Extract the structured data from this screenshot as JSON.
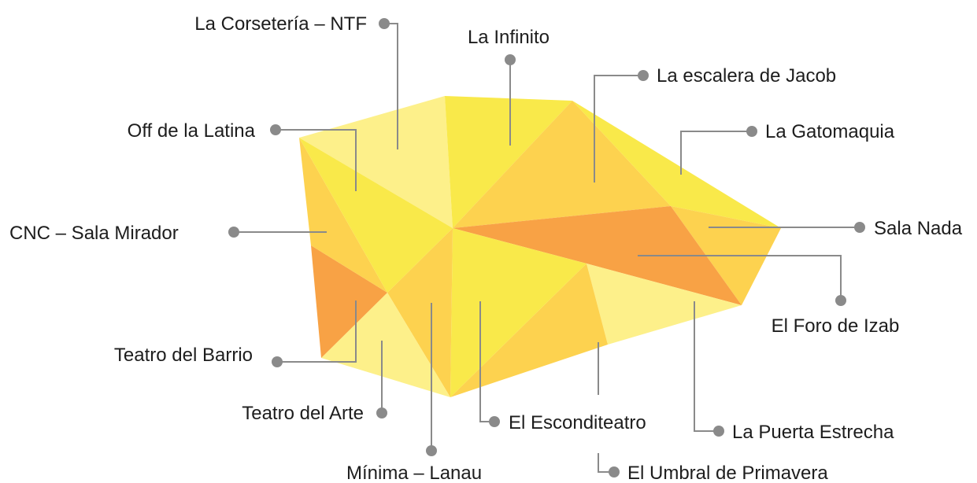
{
  "colors": {
    "light_yellow": "#fdf08a",
    "yellow": "#f9e94a",
    "gold": "#fdd24f",
    "orange": "#f8a245",
    "leader": "#8a8a8a",
    "text": "#1d1d1d"
  },
  "labels": {
    "corseteria": "La Corsetería – NTF",
    "infinito": "La Infinito",
    "escalera": "La escalera de Jacob",
    "off_latina": "Off de la Latina",
    "gatomaquia": "La Gatomaquia",
    "cnc": "CNC – Sala Mirador",
    "sala_nada": "Sala Nada",
    "foro_izab": "El Foro de Izab",
    "teatro_barrio": "Teatro del Barrio",
    "teatro_arte": "Teatro del Arte",
    "esconditeatro": "El Esconditeatro",
    "puerta_estrecha": "La Puerta Estrecha",
    "minima": "Mínima – Lanau",
    "umbral": "El Umbral de Primavera"
  }
}
